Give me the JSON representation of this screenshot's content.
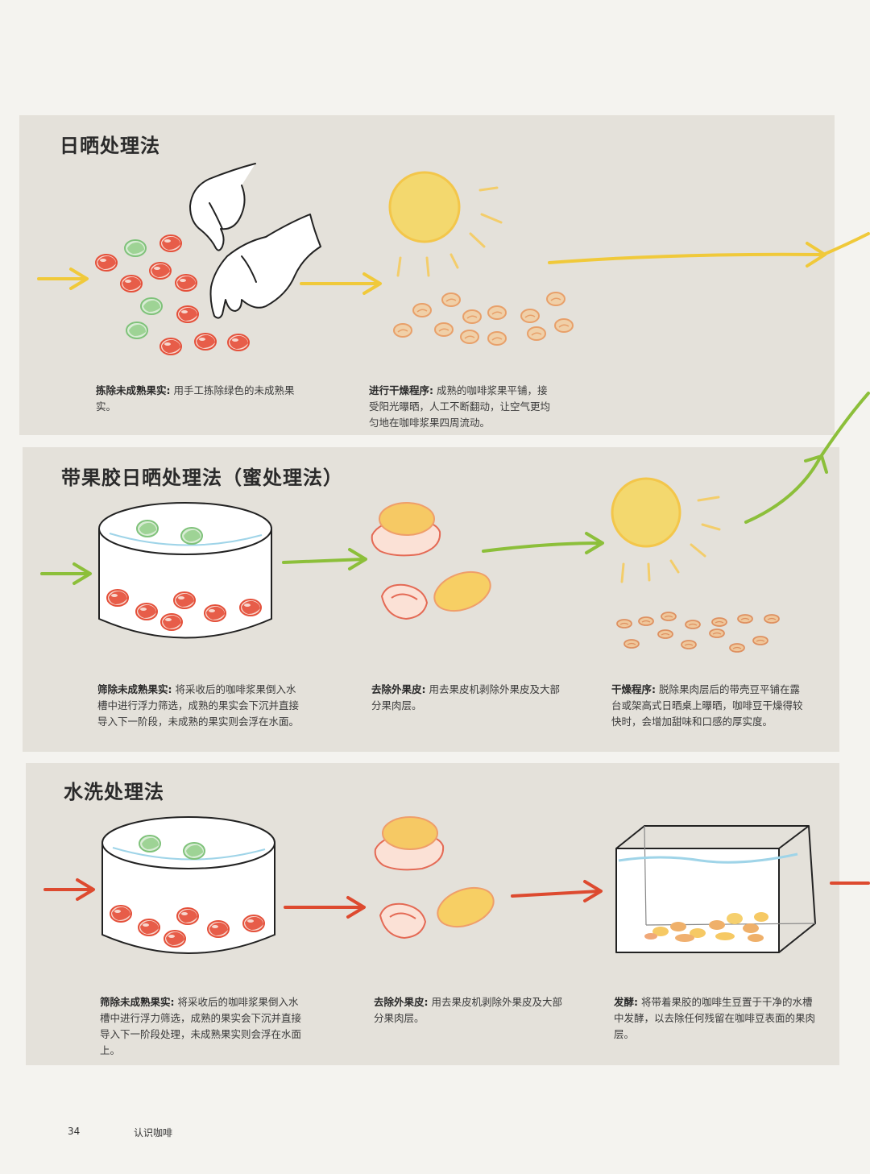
{
  "sections": [
    {
      "title": "日晒处理法",
      "steps": [
        {
          "label": "拣除未成熟果实:",
          "text": "用手工拣除绿色的未成熟果实。"
        },
        {
          "label": "进行干燥程序:",
          "text": "成熟的咖啡浆果平铺，接受阳光曝晒，人工不断翻动，让空气更均匀地在咖啡浆果四周流动。"
        }
      ]
    },
    {
      "title": "带果胶日晒处理法（蜜处理法）",
      "steps": [
        {
          "label": "筛除未成熟果实:",
          "text": "将采收后的咖啡浆果倒入水槽中进行浮力筛选，成熟的果实会下沉并直接导入下一阶段，未成熟的果实则会浮在水面。"
        },
        {
          "label": "去除外果皮:",
          "text": "用去果皮机剥除外果皮及大部分果肉层。"
        },
        {
          "label": "干燥程序:",
          "text": "脱除果肉层后的带壳豆平铺在露台或架高式日晒桌上曝晒，咖啡豆干燥得较快时，会增加甜味和口感的厚实度。"
        }
      ]
    },
    {
      "title": "水洗处理法",
      "steps": [
        {
          "label": "筛除未成熟果实:",
          "text": "将采收后的咖啡浆果倒入水槽中进行浮力筛选，成熟的果实会下沉并直接导入下一阶段处理，未成熟果实则会浮在水面上。"
        },
        {
          "label": "去除外果皮:",
          "text": "用去果皮机剥除外果皮及大部分果肉层。"
        },
        {
          "label": "发酵:",
          "text": "将带着果胶的咖啡生豆置于干净的水槽中发酵，以去除任何残留在咖啡豆表面的果肉层。"
        }
      ]
    }
  ],
  "footer": {
    "page_number": "34",
    "section_name": "认识咖啡"
  },
  "colors": {
    "panel": "#e4e1da",
    "arrow_sun": "#f0c93a",
    "arrow_honey": "#8cbf3a",
    "arrow_washed": "#dd4a2f",
    "cherry_red": "#e4503a",
    "cherry_green": "#7fc27a",
    "sun": "#f6d65a",
    "bean": "#e8a06a"
  },
  "icons": [
    "hand-icon",
    "sun-icon",
    "water-tank-icon",
    "pulped-cherry-icon",
    "fermentation-tank-icon",
    "arrow-icon"
  ]
}
